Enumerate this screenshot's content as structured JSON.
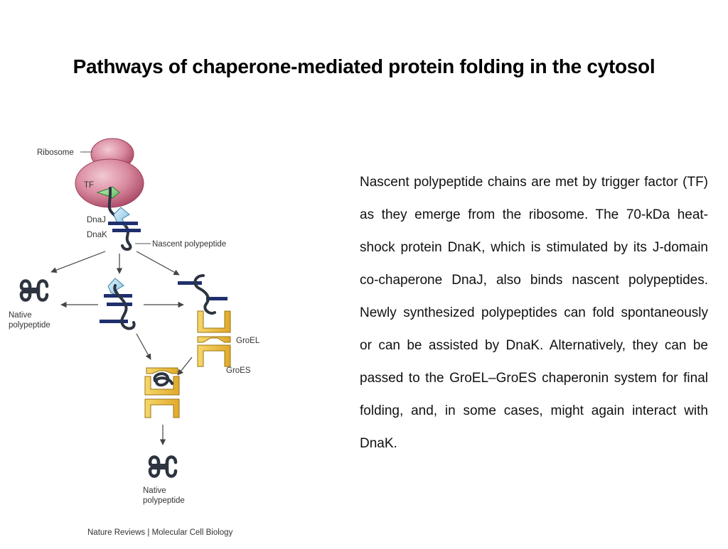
{
  "slide": {
    "title": "Pathways of chaperone-mediated protein folding in the cytosol",
    "body": "Nascent polypeptide chains are met by trigger factor (TF) as they emerge from the ribosome. The 70-kDa heat-shock protein DnaK, which is stimulated by its J-domain co-chaperone DnaJ, also binds nascent polypeptides. Newly synthesized polypeptides can fold spontaneously or can be assisted by DnaK. Alternatively, they can be passed to the GroEL–GroES chaperonin system for final folding, and, in some cases, might again interact with DnaK."
  },
  "diagram": {
    "labels": {
      "ribosome": "Ribosome",
      "tf": "TF",
      "dnaj": "DnaJ",
      "dnak": "DnaK",
      "nascent": "Nascent polypeptide",
      "native_left_1": "Native",
      "native_left_2": "polypeptide",
      "groel": "GroEL",
      "groes": "GroES",
      "native_bottom_1": "Native",
      "native_bottom_2": "polypeptide"
    },
    "credit": {
      "journal": "Nature Reviews",
      "separator": " | ",
      "product": "Molecular Cell Biology"
    }
  }
}
